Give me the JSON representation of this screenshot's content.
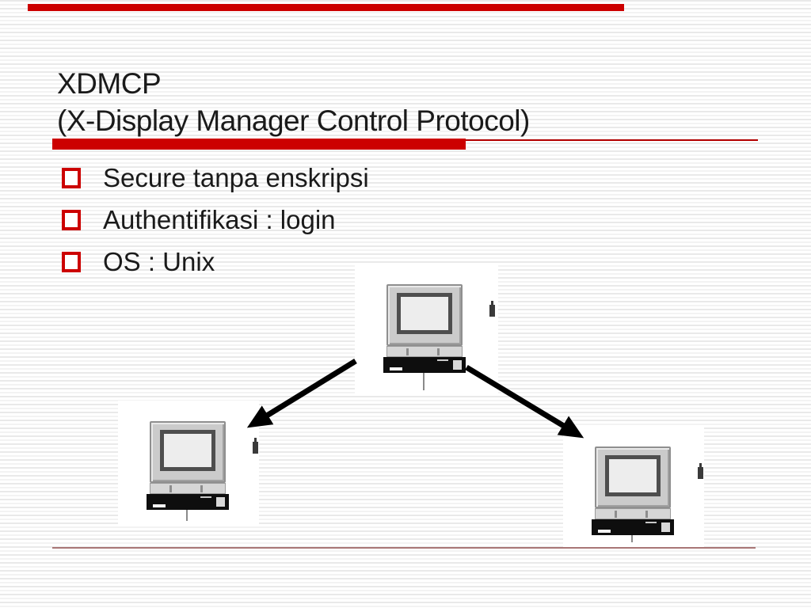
{
  "slide": {
    "title": {
      "line1": "XDMCP",
      "line2": "(X-Display Manager Control Protocol)"
    },
    "bullets": [
      {
        "text": "Secure tanpa enskripsi"
      },
      {
        "text": "Authentifikasi : login"
      },
      {
        "text": "OS : Unix"
      }
    ],
    "colors": {
      "accent_red": "#cc0000",
      "divider_red": "#b30000",
      "footer_rule": "#a87676",
      "text": "#1a1a1a"
    },
    "diagram": {
      "nodes": [
        {
          "id": "top-computer",
          "icon": "desktop-computer-icon"
        },
        {
          "id": "bottom-left-computer",
          "icon": "desktop-computer-icon"
        },
        {
          "id": "bottom-right-computer",
          "icon": "desktop-computer-icon"
        }
      ],
      "edges": [
        {
          "from": "top-computer",
          "to": "bottom-left-computer"
        },
        {
          "from": "top-computer",
          "to": "bottom-right-computer"
        }
      ]
    }
  }
}
